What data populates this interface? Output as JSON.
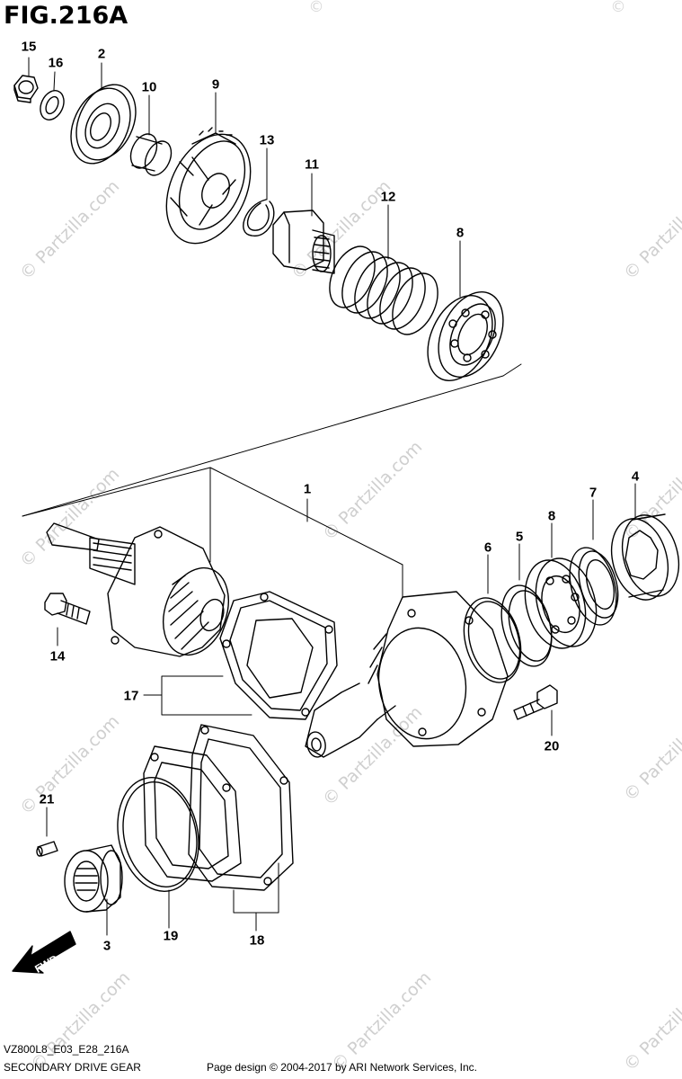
{
  "figure": {
    "title": "FIG.216A"
  },
  "callouts": [
    {
      "id": "15",
      "label": "15"
    },
    {
      "id": "16",
      "label": "16"
    },
    {
      "id": "2",
      "label": "2"
    },
    {
      "id": "10",
      "label": "10"
    },
    {
      "id": "9",
      "label": "9"
    },
    {
      "id": "13",
      "label": "13"
    },
    {
      "id": "11",
      "label": "11"
    },
    {
      "id": "12",
      "label": "12"
    },
    {
      "id": "8a",
      "label": "8"
    },
    {
      "id": "1",
      "label": "1"
    },
    {
      "id": "4",
      "label": "4"
    },
    {
      "id": "7",
      "label": "7"
    },
    {
      "id": "8b",
      "label": "8"
    },
    {
      "id": "5",
      "label": "5"
    },
    {
      "id": "6",
      "label": "6"
    },
    {
      "id": "14",
      "label": "14"
    },
    {
      "id": "17",
      "label": "17"
    },
    {
      "id": "20",
      "label": "20"
    },
    {
      "id": "21",
      "label": "21"
    },
    {
      "id": "3",
      "label": "3"
    },
    {
      "id": "19",
      "label": "19"
    },
    {
      "id": "18",
      "label": "18"
    }
  ],
  "fwd_label": "FWD",
  "watermark": {
    "text": "© Partzilla.com",
    "symbol": "©"
  },
  "footer": {
    "code": "VZ800L8_E03_E28_216A",
    "section": "SECONDARY DRIVE GEAR",
    "credit": "Page design © 2004-2017 by ARI Network Services, Inc."
  }
}
